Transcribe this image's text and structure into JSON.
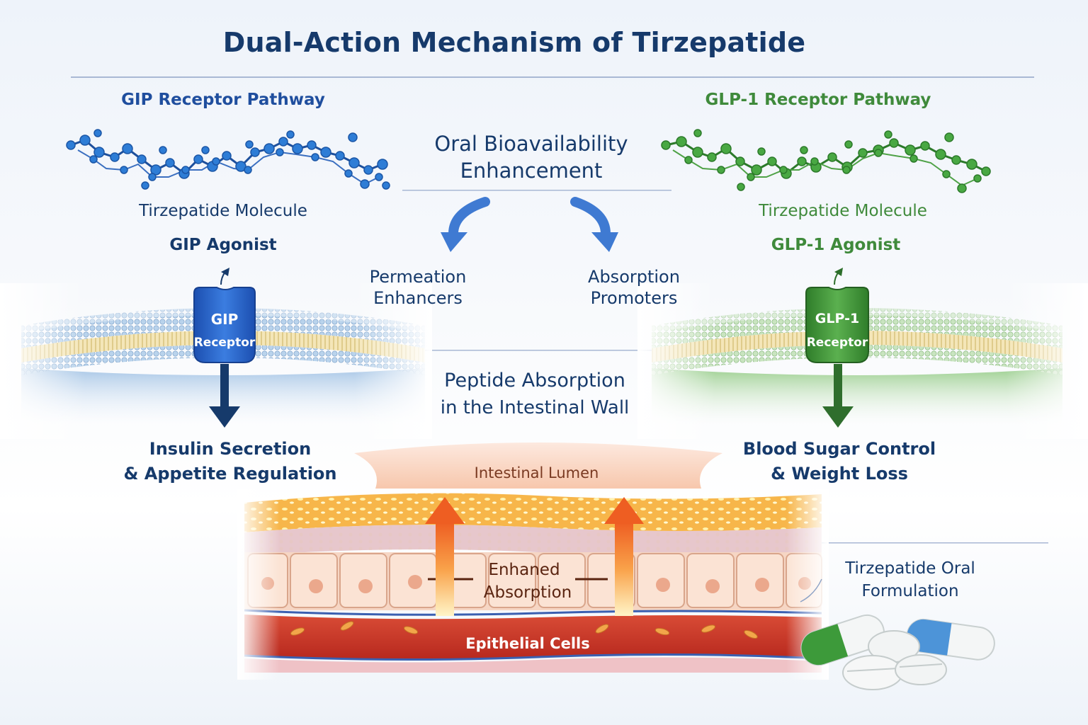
{
  "title": "Dual-Action Mechanism of Tirzepatide",
  "left": {
    "pathway": "GIP Receptor Pathway",
    "molecule": "Tirzepatide Molecule",
    "agonist": "GIP Agonist",
    "receptor_line1": "GIP",
    "receptor_line2": "Receptor",
    "effect_line1": "Insulin Secretion",
    "effect_line2": "& Appetite Regulation"
  },
  "right": {
    "pathway": "GLP-1 Receptor Pathway",
    "molecule": "Tirzepatide Molecule",
    "agonist": "GLP-1 Agonist",
    "receptor_line1": "GLP-1",
    "receptor_line2": "Receptor",
    "effect_line1": "Blood Sugar Control",
    "effect_line2": "& Weight Loss"
  },
  "center": {
    "bio_line1": "Oral Bioavailability",
    "bio_line2": "Enhancement",
    "perm_line1": "Permeation",
    "perm_line2": "Enhancers",
    "abs_line1": "Absorption",
    "abs_line2": "Promoters",
    "peptide_line1": "Peptide Absorption",
    "peptide_line2": "in the Intestinal Wall"
  },
  "intestine": {
    "lumen": "Intestinal Lumen",
    "enhanced_line1": "Enhaned",
    "enhanced_line2": "Absorption",
    "epithelial": "Epithelial Cells"
  },
  "formulation": {
    "line1": "Tirzepatide Oral",
    "line2": "Formulation"
  },
  "colors": {
    "navy": "#163a6b",
    "blue": "#1f4e9e",
    "green": "#3f8a3b",
    "arrow_orange": "#f07a2e"
  }
}
